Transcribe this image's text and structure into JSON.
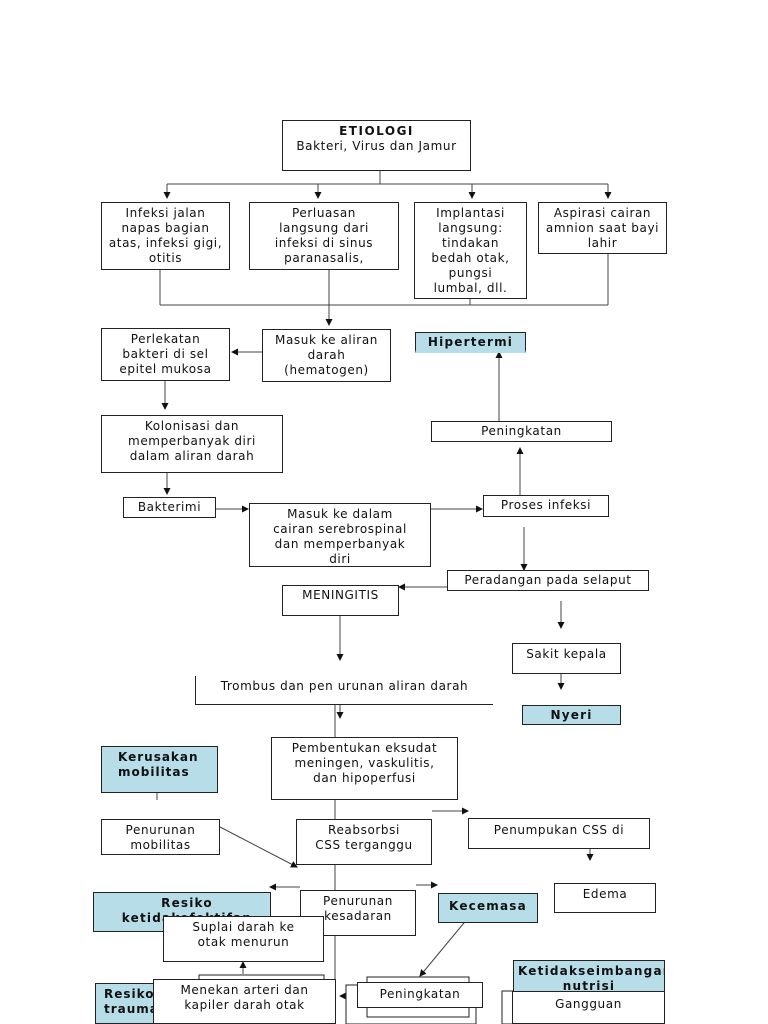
{
  "etiologi": {
    "title": "ETIOLOGI",
    "text": "Bakteri, Virus dan Jamur"
  },
  "causes": [
    {
      "text": "Infeksi jalan napas bagian atas, infeksi gigi, otitis"
    },
    {
      "text": "Perluasan langsung dari infeksi di sinus paranasalis,"
    },
    {
      "text": "Implantasi langsung: tindakan bedah otak, pungsi lumbal, dll."
    },
    {
      "text": "Aspirasi cairan amnion saat bayi lahir"
    }
  ],
  "nodes": {
    "masuk_aliran": "Masuk ke aliran darah (hematogen)",
    "perlekatan": "Perlekatan bakteri di sel epitel mukosa",
    "kolonisasi": "Kolonisasi dan memperbanyak diri dalam aliran darah",
    "bakterimi": "Bakterimi",
    "masuk_css": "Masuk ke dalam cairan serebrospinal dan memperbanyak diri",
    "proses_infeksi": "Proses infeksi",
    "peningkatan_top": "Peningkatan",
    "peradangan": "Peradangan pada selaput",
    "meningitis": "MENINGITIS",
    "sakit_kepala": "Sakit kepala",
    "trombus": "Trombus dan pen urunan aliran darah",
    "eksudat": "Pembentukan eksudat meningen, vaskulitis, dan hipoperfusi",
    "penurunan_mobilitas": "Penurunan mobilitas",
    "reabsorbsi": "Reabsorbsi CSS terganggu",
    "penumpukan": "Penumpukan CSS di",
    "edema": "Edema",
    "penurunan_kesadaran": "Penurunan kesadaran",
    "suplai": "Suplai darah ke otak menurun",
    "menekan": "Menekan arteri dan kapiler darah otak",
    "peningkatan_bottom": "Peningkatan",
    "gangguan": "Gangguan"
  },
  "diagnoses": {
    "hipertermi": "Hipertermi",
    "nyeri": "Nyeri",
    "kerusakan_mobilitas": "Kerusakan mobilitas",
    "resiko_perfusi": "Resiko ketidakefektifan",
    "kecemasa": "Kecemasa",
    "ketidakseimbangan": "Ketidakseimbangan nutrisi",
    "resiko_trauma": "Resiko trauma"
  }
}
